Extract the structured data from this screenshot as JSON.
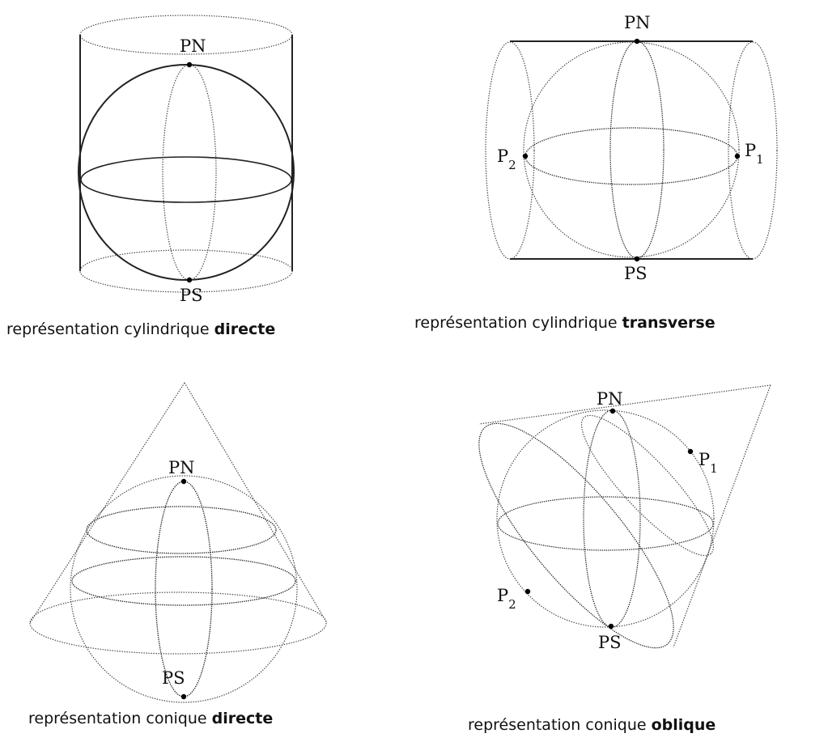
{
  "labels": {
    "pn": "PN",
    "ps": "PS",
    "p": "P",
    "sub1": "1",
    "sub2": "2"
  },
  "captions": [
    {
      "text": "représentation cylindrique ",
      "bold": "directe"
    },
    {
      "text": "représentation cylindrique ",
      "bold": "transverse"
    },
    {
      "text": "représentation conique ",
      "bold": "directe"
    },
    {
      "text": "représentation conique ",
      "bold": "oblique"
    }
  ]
}
